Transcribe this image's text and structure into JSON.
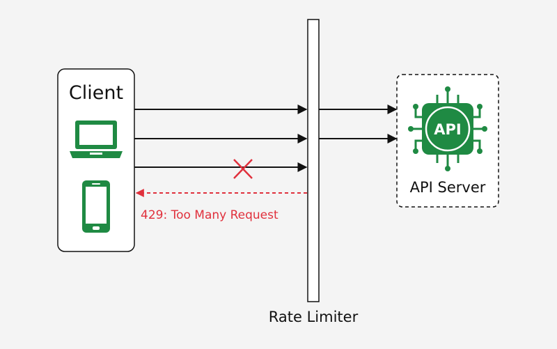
{
  "client": {
    "label": "Client"
  },
  "rate_limiter": {
    "label": "Rate Limiter"
  },
  "server": {
    "label": "API Server",
    "chip_text": "API"
  },
  "error": {
    "label": "429: Too Many Request"
  },
  "colors": {
    "green": "#1f8a43",
    "red": "#e0303c",
    "line": "#111111",
    "background": "#f4f4f4"
  },
  "icons": [
    "laptop-icon",
    "smartphone-icon",
    "api-chip-icon",
    "x-mark-icon"
  ]
}
